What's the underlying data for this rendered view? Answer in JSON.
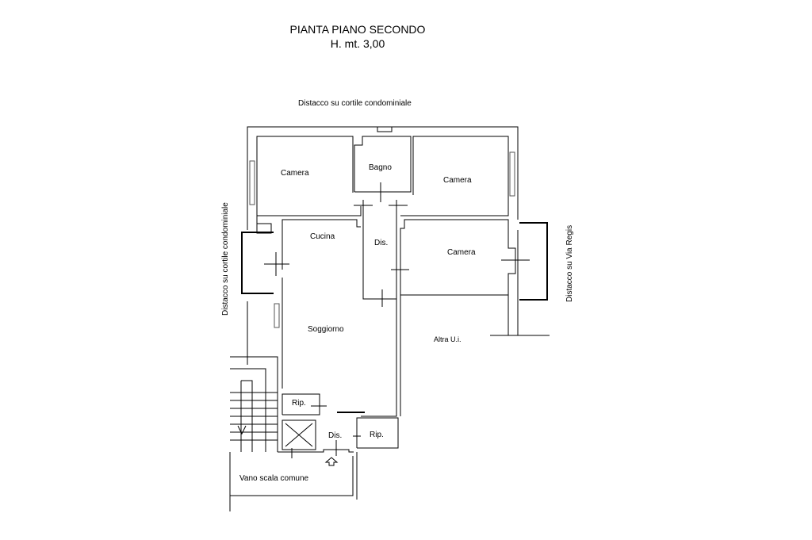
{
  "title": {
    "line1": "PIANTA PIANO SECONDO",
    "line2": "H. mt. 3,00"
  },
  "sides": {
    "top": "Distacco su cortile condominiale",
    "left": "Distacco su cortile condominiale",
    "right": "Distacco su Via Regis"
  },
  "rooms": {
    "camera_1": "Camera",
    "bagno": "Bagno",
    "camera_2": "Camera",
    "cucina": "Cucina",
    "dis_1": "Dis.",
    "camera_3": "Camera",
    "soggiorno": "Soggiorno",
    "altra": "Altra U.i.",
    "rip_1": "Rip.",
    "dis_2": "Dis.",
    "rip_2": "Rip.",
    "vano_scala": "Vano scala comune"
  }
}
